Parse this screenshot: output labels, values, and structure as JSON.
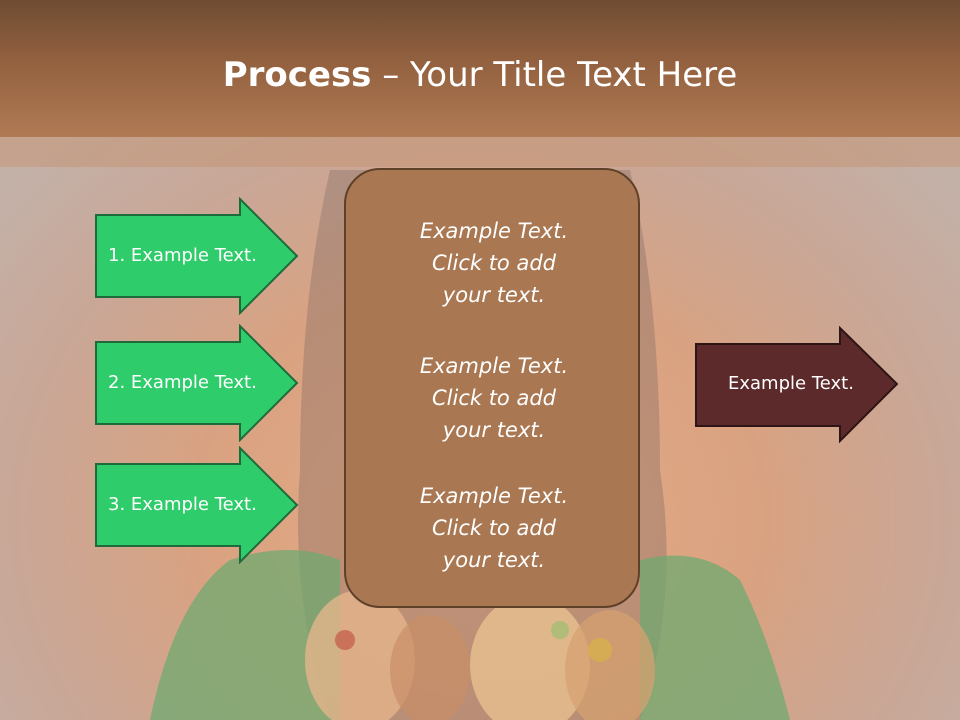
{
  "slide": {
    "title_bold": "Process",
    "title_rest": " – Your Title Text Here"
  },
  "left_steps": [
    {
      "label": "1. Example Text."
    },
    {
      "label": "2. Example Text."
    },
    {
      "label": "3. Example Text."
    }
  ],
  "center_items": [
    {
      "text": "Example Text.\nClick  to add\nyour text."
    },
    {
      "text": "Example Text.\nClick  to add\nyour text."
    },
    {
      "text": "Example Text.\nClick  to add\nyour text."
    }
  ],
  "right_output": {
    "label": "Example Text."
  },
  "colors": {
    "title_band": "#93613f",
    "step_arrow_fill": "#2ecc6a",
    "step_arrow_stroke": "#1f6a3a",
    "center_box_fill": "#a97852",
    "output_arrow_fill": "#5c2a2a"
  }
}
